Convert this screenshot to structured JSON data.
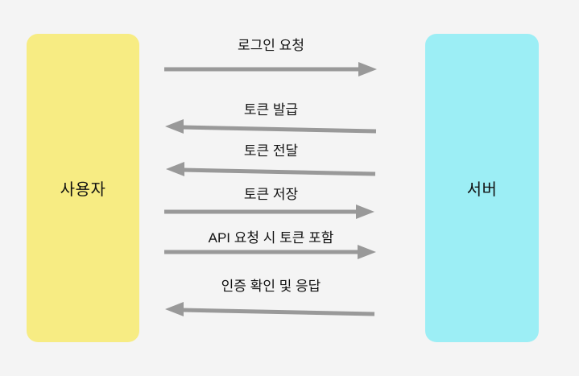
{
  "diagram": {
    "type": "sequence-flow",
    "actors": [
      {
        "id": "user",
        "label": "사용자",
        "color": "#F7EC83"
      },
      {
        "id": "server",
        "label": "서버",
        "color": "#9CEEF5"
      }
    ],
    "messages": [
      {
        "label": "로그인 요청",
        "direction": "right"
      },
      {
        "label": "토큰 발급",
        "direction": "left"
      },
      {
        "label": "토큰 전달",
        "direction": "left"
      },
      {
        "label": "토큰 저장",
        "direction": "right"
      },
      {
        "label": "API 요청 시 토큰 포함",
        "direction": "right"
      },
      {
        "label": "인증 확인 및 응답",
        "direction": "left"
      }
    ],
    "theme": {
      "background": "#F4F4F4",
      "user_box": "#F7EC83",
      "server_box": "#9CEEF5",
      "arrow": "#999999",
      "text": "#111111"
    }
  }
}
